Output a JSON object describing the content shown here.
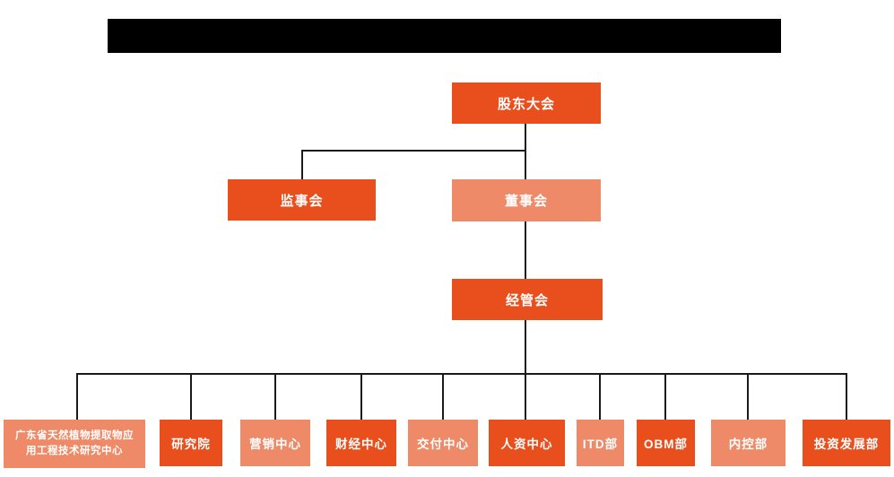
{
  "colors": {
    "primary_orange": "#e84f1d",
    "light_orange": "#ee8a68",
    "connector_line": "#1a1a1a",
    "redaction_bar": "#000000",
    "background": "#ffffff",
    "node_text": "#ffffff"
  },
  "org_chart": {
    "nodes": {
      "shareholders_meeting": {
        "label": "股东大会"
      },
      "supervisory_board": {
        "label": "监事会"
      },
      "board_of_directors": {
        "label": "董事会"
      },
      "management_committee": {
        "label": "经管会"
      }
    },
    "departments": [
      {
        "label": "广东省天然植物提取物应\n用工程技术研究中心"
      },
      {
        "label": "研究院"
      },
      {
        "label": "营销中心"
      },
      {
        "label": "财经中心"
      },
      {
        "label": "交付中心"
      },
      {
        "label": "人资中心"
      },
      {
        "label": "ITD部"
      },
      {
        "label": "OBM部"
      },
      {
        "label": "内控部"
      },
      {
        "label": "投资发展部"
      }
    ]
  }
}
